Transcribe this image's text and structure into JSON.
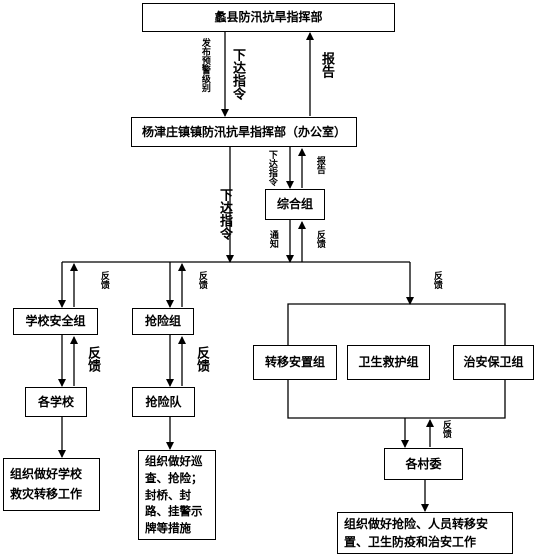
{
  "boxes": {
    "county_hq": "蠡县防汛抗旱指挥部",
    "town_hq": "杨津庄镇镇防汛抗旱指挥部（办公室）",
    "general_group": "综合组",
    "school_safety_group": "学校安全组",
    "rescue_group": "抢险组",
    "relocation_group": "转移安置组",
    "health_rescue_group": "卫生救护组",
    "security_group": "治安保卫组",
    "schools": "各学校",
    "rescue_team": "抢险队",
    "village_committees": "各村委",
    "school_task": "组织做好学校救灾转移工作",
    "rescue_task": "组织做好巡查、抢险；封桥、封路、挂警示牌等措施",
    "village_task": "组织做好抢险、人员转移安置、卫生防疫和治安工作"
  },
  "labels": {
    "issue_warning": "发布预警级别",
    "issue_order": "下达指令",
    "report": "报告",
    "notify": "通知",
    "feedback": "反馈"
  }
}
